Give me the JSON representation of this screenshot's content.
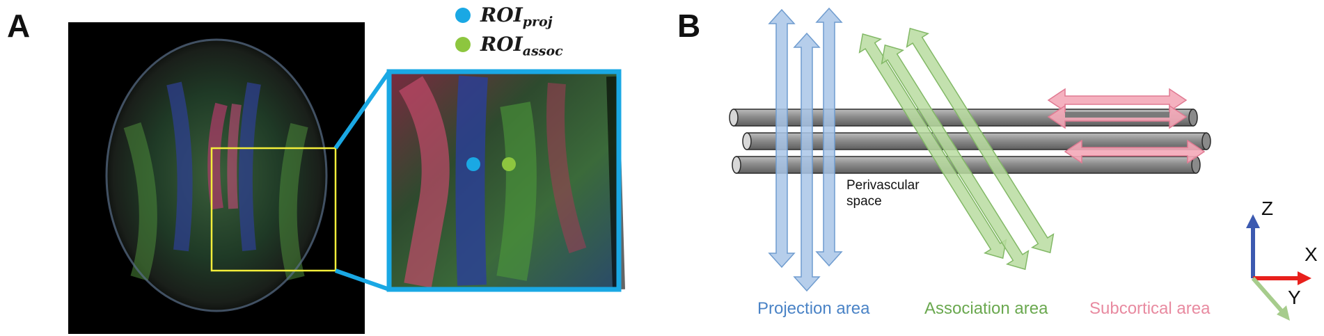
{
  "panels": {
    "a": "A",
    "b": "B"
  },
  "legend": {
    "items": [
      {
        "base": "ROI",
        "subscript": "proj",
        "color": "#1aa8e4"
      },
      {
        "base": "ROI",
        "subscript": "assoc",
        "color": "#8dc63f"
      }
    ]
  },
  "diagram": {
    "perivascular_label_line1": "Perivascular",
    "perivascular_label_line2": "space",
    "areas": [
      {
        "label": "Projection area",
        "color": "#4a83c6"
      },
      {
        "label": "Association area",
        "color": "#6aa84f"
      },
      {
        "label": "Subcortical area",
        "color": "#e88aa0"
      }
    ],
    "axes": {
      "z": "Z",
      "x": "X",
      "y": "Y"
    }
  },
  "colors": {
    "zoom_frame": "#1aa8e4",
    "roi_box": "#f3ee3a",
    "projection_fill": "#a9c6e8",
    "association_fill": "#b9dca0",
    "subcortical_fill": "#f4a9b8",
    "vessel": "#8a8a8a"
  }
}
